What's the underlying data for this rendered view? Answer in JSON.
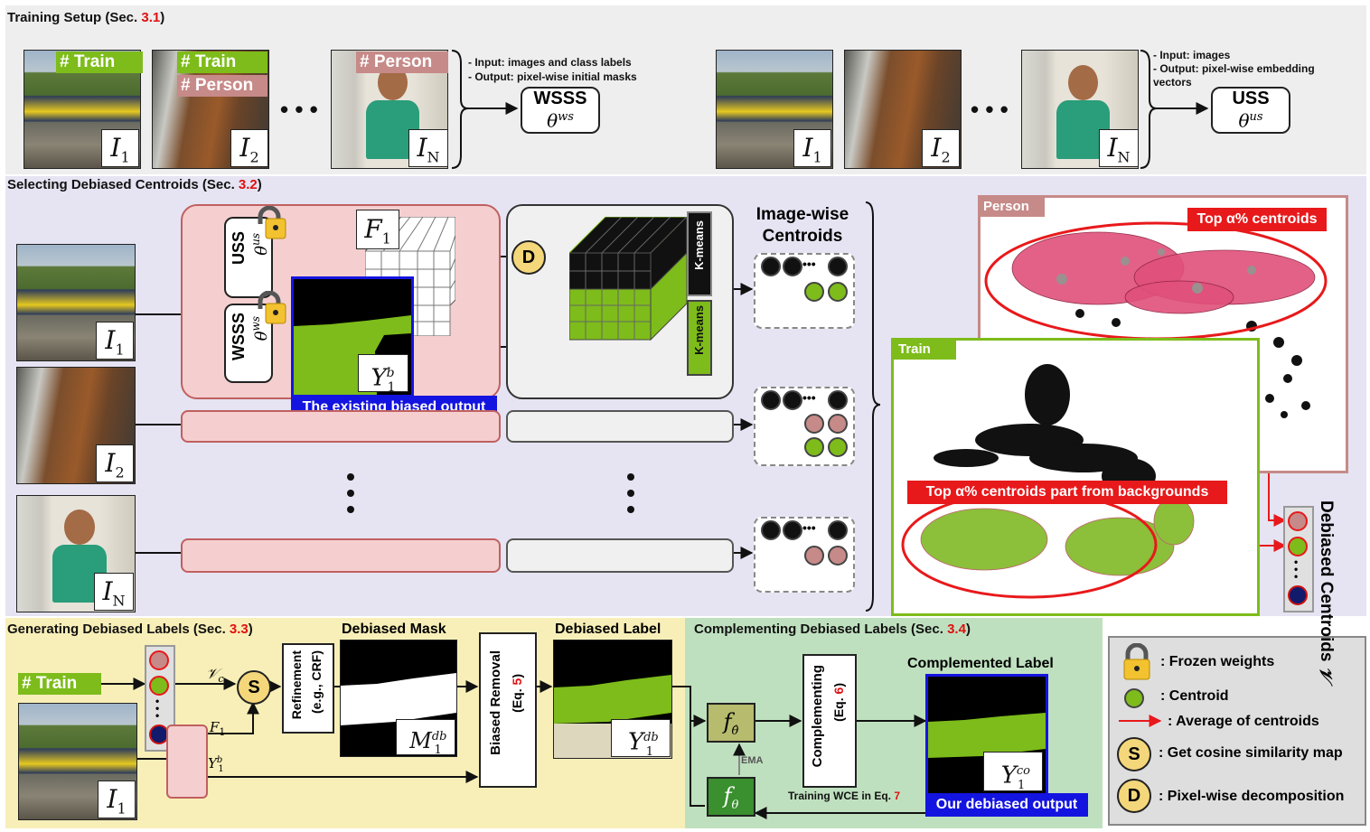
{
  "sections": {
    "training": {
      "label": "Training Setup (Sec. ",
      "num": "3.1",
      "close": ")"
    },
    "selecting": {
      "label": "Selecting Debiased Centroids (Sec. ",
      "num": "3.2",
      "close": ")"
    },
    "generating": {
      "label": "Generating Debiased Labels (Sec. ",
      "num": "3.3",
      "close": ")"
    },
    "complementing": {
      "label": "Complementing Debiased Labels (Sec. ",
      "num": "3.4",
      "close": ")"
    }
  },
  "image_labels": {
    "i1": "I",
    "i1_sub": "1",
    "i2": "I",
    "i2_sub": "2",
    "in": "I",
    "in_sub": "N"
  },
  "tags": {
    "train": "# Train",
    "person": "# Person",
    "existing_output": "The existing biased output",
    "our_output": "Our debiased output",
    "top_alpha": "Top α% centroids",
    "top_alpha_bg": "Top α% centroids part from backgrounds",
    "person_plot": "Person",
    "train_plot": "Train"
  },
  "training": {
    "wsss_io_1": "- Input: images and class labels",
    "wsss_io_2": "- Output: pixel-wise initial masks",
    "wsss_name": "WSSS",
    "wsss_theta": "θ",
    "wsss_sup": "ws",
    "uss_io_1": "- Input: images",
    "uss_io_2": "- Output: pixel-wise embedding",
    "uss_io_3": "vectors",
    "uss_name": "USS",
    "uss_theta": "θ",
    "uss_sup": "us",
    "ellipsis": "• • •"
  },
  "selecting": {
    "uss_label": "USS",
    "wsss_label": "WSSS",
    "f1": "F",
    "f1_sub": "1",
    "y1b": "Y",
    "y1b_sup": "b",
    "y1b_sub": "1",
    "d_op": "D",
    "kmeans": "K-means",
    "image_wise": "Image-wise",
    "centroids": "Centroids",
    "debiased_centroids": "Debiased",
    "debiased_centroids_2": "Centroids",
    "nu": "𝒱"
  },
  "generating": {
    "vc": "𝒱",
    "vc_sub": "c",
    "s_op": "S",
    "f1": "F",
    "f1_sub": "1",
    "y1b": "Y",
    "y1b_sup": "b",
    "y1b_sub": "1",
    "refinement": "Refinement",
    "refinement_2": "(e.g., CRF)",
    "debiased_mask": "Debiased Mask",
    "m1db": "M",
    "m1db_sup": "db",
    "m1db_sub": "1",
    "biased_removal": "Biased Removal",
    "eq5": "(Eq. ",
    "eq5_num": "5",
    "eq5_close": ")",
    "debiased_label": "Debiased Label",
    "y1db": "Y",
    "y1db_sup": "db",
    "y1db_sub": "1"
  },
  "complementing": {
    "complementing": "Complementing",
    "eq6": "(Eq. ",
    "eq6_num": "6",
    "eq6_close": ")",
    "complemented_label": "Complemented Label",
    "y1co": "Y",
    "y1co_sup": "co",
    "y1co_sub": "1",
    "f_hat": "f",
    "f_hat_sub": "θ̂",
    "f_theta": "f",
    "f_theta_sub": "θ",
    "ema": "EMA",
    "training_wce": "Training WCE in Eq. ",
    "training_wce_num": "7"
  },
  "legend": {
    "frozen": ": Frozen weights",
    "centroid": ": Centroid",
    "average": ": Average of centroids",
    "s_label": "S",
    "s_text": ": Get cosine similarity map",
    "d_label": "D",
    "d_text": ": Pixel-wise decomposition"
  },
  "colors": {
    "green": "#7dbc1a",
    "rose": "#c68a88",
    "red": "#e8191b",
    "blue": "#1414e0",
    "yellow": "#f4d77a",
    "panel_gray": "#eeeeee",
    "panel_lavender": "#e6e4f2",
    "panel_yellow": "#f8efb8",
    "panel_green": "#bfe0bf"
  }
}
